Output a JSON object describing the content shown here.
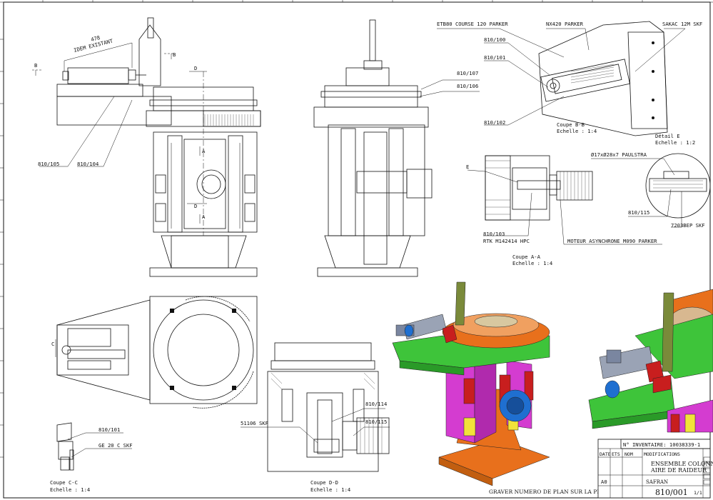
{
  "callouts": {
    "etb80": "ETB80 COURSE 120 PARKER",
    "nx420": "NX420 PARKER",
    "sakac": "SAKAC 12M SKF",
    "r810_100": "810/100",
    "r810_101_top": "810/101",
    "r810_102": "810/102",
    "r810_107": "810/107",
    "r810_106": "810/106",
    "r810_105": "810/105",
    "r810_104": "810/104",
    "r810_103": "810/103",
    "rtk": "RTK M142414 HPC",
    "moteur": "MOTEUR ASYNCHRONE M090 PARKER",
    "paulstra": "Ø17xØ28x7 PAULSTRA",
    "r810_115_right": "810/115",
    "skf_7203": "7203BEP SKF",
    "r810_114": "810/114",
    "r810_115_mid": "810/115",
    "skf_51106": "51106 SKF",
    "r810_101_bot": "810/101",
    "ge20": "GE 20 C SKF",
    "dim_478": "478",
    "idem": "IDEM EXISTANT",
    "letter_E": "E",
    "letter_B1": "B",
    "letter_B2": "B",
    "letter_D1": "D",
    "letter_D2": "D",
    "letter_A1": "A",
    "letter_A2": "A",
    "letter_C": "C"
  },
  "views": {
    "coupe_bb": "Coupe B-B",
    "coupe_bb_scale": "Echelle :  1:4",
    "detail_e": "Détail E",
    "detail_e_scale": "Echelle :  1:2",
    "coupe_aa": "Coupe A-A",
    "coupe_aa_scale": "Echelle :  1:4",
    "coupe_cc": "Coupe C-C",
    "coupe_cc_scale": "Echelle :  1:4",
    "coupe_dd": "Coupe D-D",
    "coupe_dd_scale": "Echelle :  1:4"
  },
  "footer_note": "GRAVER NUMERO DE PLAN SUR LA PIECE",
  "title_block": {
    "inventaire": "N° INVENTAIRE: 10038339-1",
    "title_line1": "ENSEMBLE COLONNE",
    "title_line2": "AIRE DE RAIDEUR",
    "company": "SAFRAN",
    "drawing_no": "810/001",
    "sheet": "1/1",
    "format": "A0",
    "col_date": "DATE",
    "col_ets": "ETS",
    "col_nom": "NOM",
    "col_modifs": "MODIFICATIONS"
  },
  "colors": {
    "green": "#3ec43a",
    "orange": "#e8701c",
    "magenta": "#d43cd0",
    "yellow": "#f2e23a",
    "blue": "#1f6fd0",
    "red": "#c81e1e",
    "steel": "#9aa3b5",
    "olive": "#7a8a3a"
  }
}
